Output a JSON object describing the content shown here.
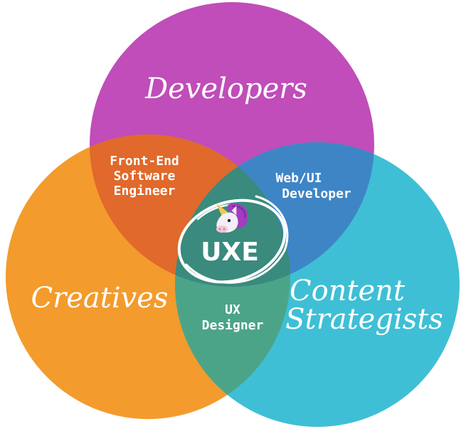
{
  "circles": {
    "developers": {
      "label": "Developers",
      "color": "#c04db9"
    },
    "creatives": {
      "label": "Creatives",
      "color": "#f39b2c"
    },
    "content_strategists": {
      "label_line1": "Content",
      "label_line2": "Strategists",
      "color": "#3fbfd5"
    }
  },
  "overlaps": {
    "front_end": {
      "lines": [
        "Front-End",
        "Software",
        "Engineer"
      ],
      "color": "#e0692b"
    },
    "web_ui": {
      "lines": [
        "Web/UI",
        "Developer"
      ],
      "color": "#3e85c6"
    },
    "ux_designer": {
      "lines": [
        "UX",
        "Designer"
      ],
      "color": "#4ca488"
    },
    "center": {
      "label": "UXE",
      "color": "#3a8a7e",
      "icon": "unicorn-icon"
    }
  }
}
